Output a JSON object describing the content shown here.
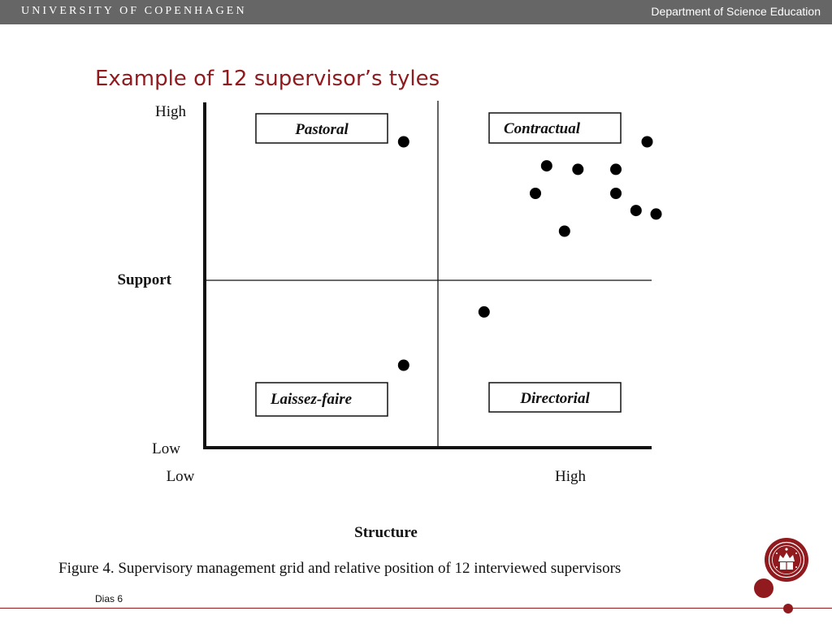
{
  "header": {
    "institution": "UNIVERSITY OF COPENHAGEN",
    "department": "Department of Science Education"
  },
  "slide": {
    "title": "Example of 12 supervisor’s tyles",
    "number_label": "Dias 6"
  },
  "figure": {
    "caption": "Figure 4.  Supervisory management grid and relative position of 12 interviewed supervisors"
  },
  "chart_data": {
    "type": "scatter",
    "xlabel": "Structure",
    "ylabel": "Support",
    "x_tick_labels": [
      "Low",
      "High"
    ],
    "y_tick_labels": [
      "Low",
      "High"
    ],
    "xlim": [
      0,
      100
    ],
    "ylim": [
      0,
      100
    ],
    "quadrants": [
      {
        "label": "Pastoral",
        "position": "top-left"
      },
      {
        "label": "Contractual",
        "position": "top-right"
      },
      {
        "label": "Laissez-faire",
        "position": "bottom-left"
      },
      {
        "label": "Directorial",
        "position": "bottom-right"
      }
    ],
    "points": [
      {
        "x": 44.5,
        "y": 89
      },
      {
        "x": 99,
        "y": 89
      },
      {
        "x": 76.5,
        "y": 82
      },
      {
        "x": 83.5,
        "y": 81
      },
      {
        "x": 92,
        "y": 81
      },
      {
        "x": 74,
        "y": 74
      },
      {
        "x": 92,
        "y": 74
      },
      {
        "x": 96.5,
        "y": 69
      },
      {
        "x": 101,
        "y": 68
      },
      {
        "x": 80.5,
        "y": 63
      },
      {
        "x": 62.5,
        "y": 39.5
      },
      {
        "x": 44.5,
        "y": 24
      }
    ],
    "grid": false,
    "legend": "none"
  },
  "colors": {
    "header_bg": "#666666",
    "accent": "#901a1e",
    "ink": "#111111"
  },
  "icons": {
    "logo": "university-seal-icon"
  }
}
